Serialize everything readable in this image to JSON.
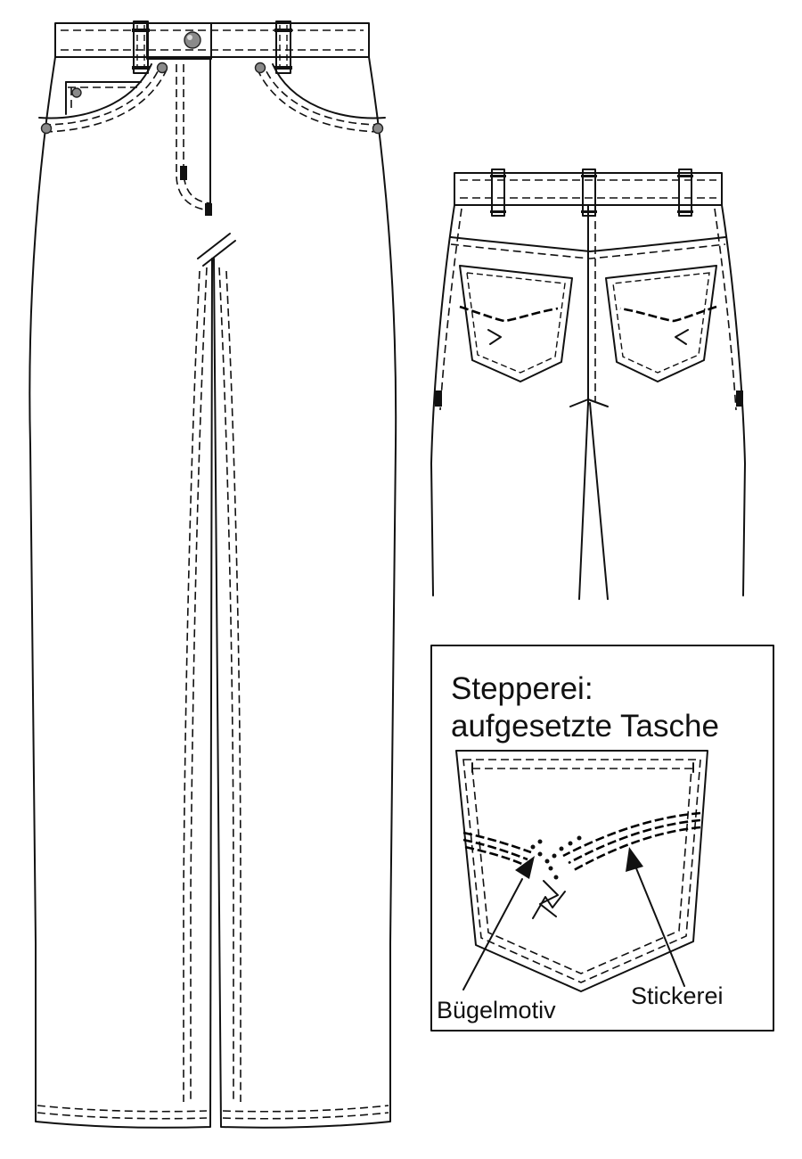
{
  "detail_box": {
    "title_line1": "Stepperei:",
    "title_line2": "aufgesetzte Tasche",
    "label_left": "Bügelmotiv",
    "label_right": "Stickerei"
  },
  "colors": {
    "line": "#111111",
    "rivet": "#8a8a8a",
    "background": "#ffffff"
  }
}
